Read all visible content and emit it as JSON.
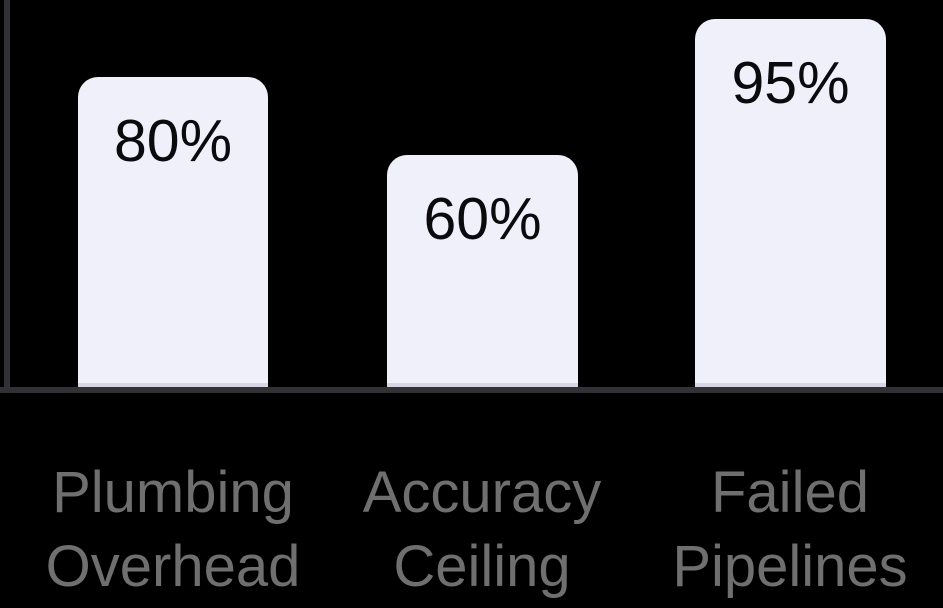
{
  "chart_data": {
    "type": "bar",
    "categories": [
      "Plumbing Overhead",
      "Accuracy Ceiling",
      "Failed Pipelines"
    ],
    "values": [
      80,
      60,
      95
    ],
    "unit": "%",
    "title": "",
    "xlabel": "",
    "ylabel": "",
    "ylim": [
      0,
      100
    ],
    "grid": false,
    "legend": false,
    "bars": [
      {
        "value": 80,
        "value_label": "80%",
        "label_line1": "Plumbing",
        "label_line2": "Overhead"
      },
      {
        "value": 60,
        "value_label": "60%",
        "label_line1": "Accuracy",
        "label_line2": "Ceiling"
      },
      {
        "value": 95,
        "value_label": "95%",
        "label_line1": "Failed",
        "label_line2": "Pipelines"
      }
    ]
  },
  "colors": {
    "background": "#000000",
    "bar_fill": "#f0f0fb",
    "bar_bottom_edge": "#d6d6e4",
    "axis": "#323236",
    "value_text": "#0b0b0d",
    "label_text": "#6f6f6f"
  }
}
